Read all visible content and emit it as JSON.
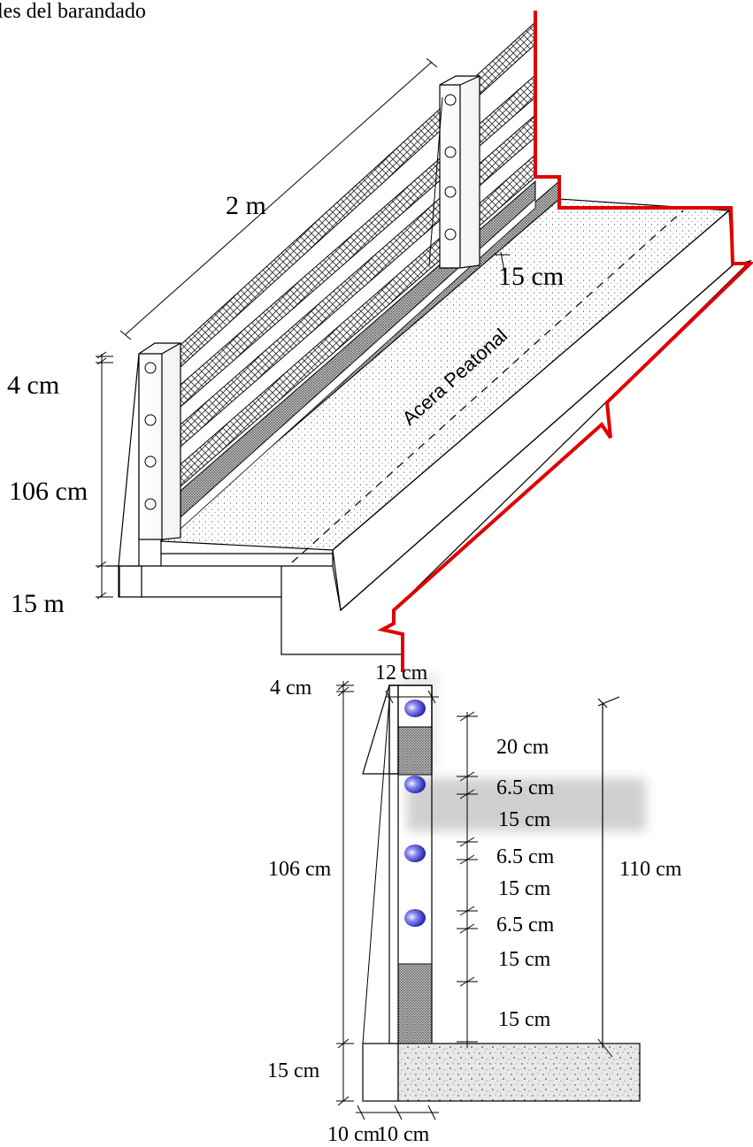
{
  "heading": "les del barandado",
  "isometric": {
    "rail_length": "2 m",
    "sidewalk_label": "Acera Peatonal",
    "dim_top": "4 cm",
    "dim_height": "106 cm",
    "dim_base": "15 m",
    "dim_curb": "15 cm"
  },
  "section": {
    "post_width": "12 cm",
    "dim_top": "4 cm",
    "dim_height": "106 cm",
    "dim_base": "15 cm",
    "dim_bottom_left": "10 cm",
    "dim_bottom_right": "10 cm",
    "spacing": [
      "20 cm",
      "6.5 cm",
      "15 cm",
      "6.5 cm",
      "15 cm",
      "6.5 cm",
      "15 cm",
      "15 cm"
    ],
    "total_height": "110 cm"
  }
}
